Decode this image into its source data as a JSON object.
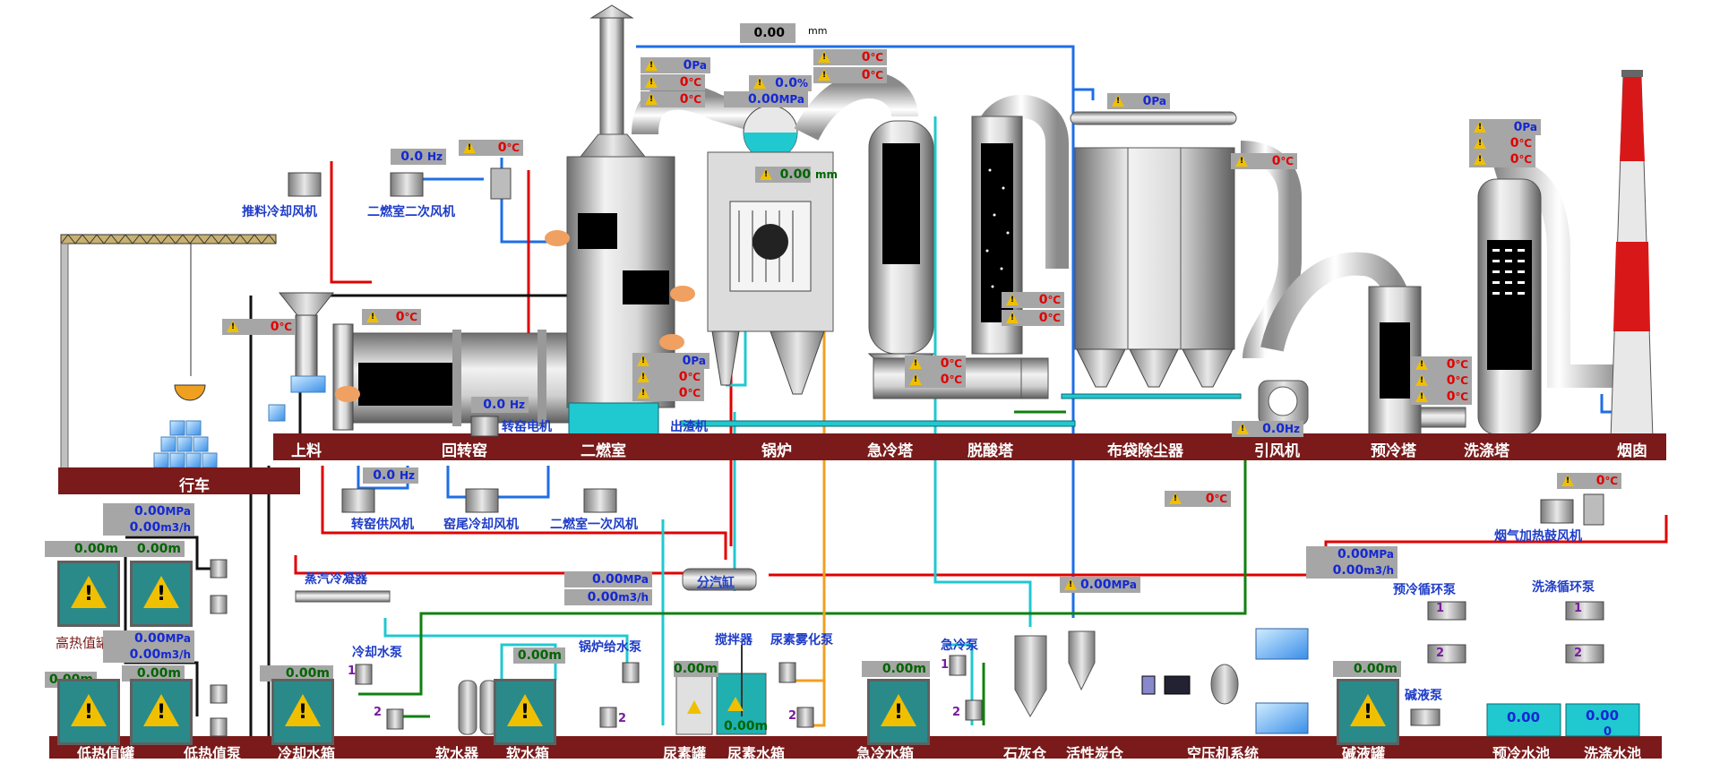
{
  "top_readout": {
    "value": "0.00",
    "unit": "mm"
  },
  "process_labels": {
    "shangliao": "上料",
    "huizhuanyao": "回转窑",
    "erranshi": "二燃室",
    "chuzhaji": "出渣机",
    "guolu": "锅炉",
    "jilengta": "急冷塔",
    "tuosuanta": "脱酸塔",
    "budai": "布袋除尘器",
    "yinfengji": "引风机",
    "yulengta": "预冷塔",
    "xidita": "洗涤塔",
    "yancong": "烟囱",
    "xingche": "行车"
  },
  "equipment_labels": {
    "tuiliao_fan": "推料冷却风机",
    "erranshi_2_fan": "二燃室二次风机",
    "zhuanyao_motor": "转窑电机",
    "zhuanyao_gong_fan": "转窑供风机",
    "yaowei_fan": "窑尾冷却风机",
    "erranshi_1_fan": "二燃室一次风机",
    "steam_condenser": "蒸汽冷凝器",
    "fenqigang": "分汽缸",
    "cooling_pump": "冷却水泵",
    "boiler_feed_pump": "锅炉给水泵",
    "mixer": "搅拌器",
    "urea_pump": "尿素雾化泵",
    "quench_pump": "急冷泵",
    "flue_heat_fan": "烟气加热鼓风机",
    "precool_pump": "预冷循环泵",
    "wash_pump": "洗涤循环泵",
    "alkali_pump": "碱液泵",
    "high_heat_tank": "高热值罐"
  },
  "bottom_labels": {
    "low_heat_tank": "低热值罐",
    "low_heat_pump": "低热值泵",
    "cooling_tank": "冷却水箱",
    "softener": "软水器",
    "soft_tank": "软水箱",
    "urea_tank": "尿素罐",
    "urea_water_tank": "尿素水箱",
    "quench_tank": "急冷水箱",
    "lime_silo": "石灰仓",
    "carbon_silo": "活性炭仓",
    "air_compressor": "空压机系统",
    "alkali_tank": "碱液罐",
    "precool_pool": "预冷水池",
    "wash_pool": "洗涤水池"
  },
  "readouts": {
    "hz_erranshi_2": {
      "value": "0.0",
      "unit": "Hz"
    },
    "t_erranshi_2": {
      "value": "0",
      "unit": "℃"
    },
    "p_top_1": {
      "value": "0",
      "unit": "Pa"
    },
    "t_top_1": {
      "value": "0",
      "unit": "℃"
    },
    "t_top_2": {
      "value": "0",
      "unit": "℃"
    },
    "pct_boiler": {
      "value": "0.0",
      "unit": "%"
    },
    "mpa_boiler": {
      "value": "0.00",
      "unit": "MPa"
    },
    "t_quench_in_1": {
      "value": "0",
      "unit": "℃"
    },
    "t_quench_in_2": {
      "value": "0",
      "unit": "℃"
    },
    "mm_drum": {
      "value": "0.00",
      "unit": "mm"
    },
    "p_bag": {
      "value": "0",
      "unit": "Pa"
    },
    "t_bag_out": {
      "value": "0",
      "unit": "℃"
    },
    "p_wash": {
      "value": "0",
      "unit": "Pa"
    },
    "t_wash_1": {
      "value": "0",
      "unit": "℃"
    },
    "t_wash_2": {
      "value": "0",
      "unit": "℃"
    },
    "t_kiln_head": {
      "value": "0",
      "unit": "℃"
    },
    "t_kiln": {
      "value": "0",
      "unit": "℃"
    },
    "p_er": {
      "value": "0",
      "unit": "Pa"
    },
    "t_er_1": {
      "value": "0",
      "unit": "℃"
    },
    "t_er_2": {
      "value": "0",
      "unit": "℃"
    },
    "hz_kiln_motor": {
      "value": "0.0",
      "unit": "Hz"
    },
    "t_acid_1": {
      "value": "0",
      "unit": "℃"
    },
    "t_acid_2": {
      "value": "0",
      "unit": "℃"
    },
    "t_react_1": {
      "value": "0",
      "unit": "℃"
    },
    "t_react_2": {
      "value": "0",
      "unit": "℃"
    },
    "t_precool_1": {
      "value": "0",
      "unit": "℃"
    },
    "t_precool_2": {
      "value": "0",
      "unit": "℃"
    },
    "t_precool_3": {
      "value": "0",
      "unit": "℃"
    },
    "hz_id_fan": {
      "value": "0.0",
      "unit": "Hz"
    },
    "hz_kiln_fan": {
      "value": "0.0",
      "unit": "Hz"
    },
    "t_mid": {
      "value": "0",
      "unit": "℃"
    },
    "t_flue_heat": {
      "value": "0",
      "unit": "℃"
    },
    "mpa_high_1": {
      "value": "0.00",
      "unit": "MPa"
    },
    "flow_high_1": {
      "value": "0.00",
      "unit": "m3/h"
    },
    "mpa_low_1": {
      "value": "0.00",
      "unit": "MPa"
    },
    "flow_low_1": {
      "value": "0.00",
      "unit": "m3/h"
    },
    "mpa_steam": {
      "value": "0.00",
      "unit": "MPa"
    },
    "flow_steam": {
      "value": "0.00",
      "unit": "m3/h"
    },
    "mpa_air": {
      "value": "0.00",
      "unit": "MPa"
    },
    "mpa_precool": {
      "value": "0.00",
      "unit": "MPa"
    },
    "flow_precool": {
      "value": "0.00",
      "unit": "m3/h"
    }
  },
  "levels": {
    "high_tank_1": "0.00m",
    "high_tank_2": "0.00m",
    "low_tank_1": "0.00m",
    "low_tank_2": "0.00m",
    "cooling_tank": "0.00m",
    "soft_tank": "0.00m",
    "urea_tank": "0.00m",
    "urea_water": "0.00m",
    "quench_tank": "0.00m",
    "alkali_tank": "0.00m"
  },
  "pools": {
    "precool": "0.00",
    "wash": "0.00",
    "wash_sub": "0"
  },
  "pump_numbers": {
    "one": "1",
    "two": "2"
  },
  "colors": {
    "bar": "#7a1a1a",
    "pipe_red": "#e00000",
    "pipe_blue": "#1e6ee6",
    "pipe_cyan": "#20c8d0",
    "pipe_green": "#108010",
    "pipe_orange": "#f0a020",
    "value_blue": "#1428d2",
    "value_red": "#e00000"
  }
}
